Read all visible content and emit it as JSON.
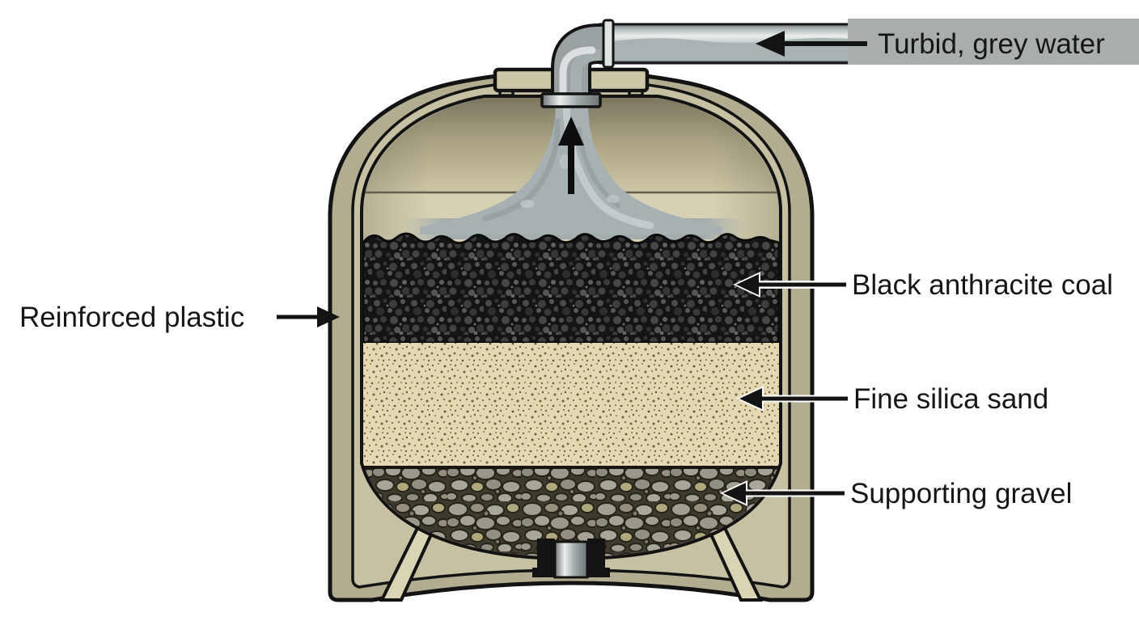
{
  "labels": {
    "inlet_water": "Turbid, grey water",
    "shell": "Reinforced plastic",
    "coal": "Black anthracite coal",
    "sand": "Fine silica sand",
    "gravel": "Supporting gravel"
  },
  "colors": {
    "background": "#ffffff",
    "label_banner_grey": "#a9aeab",
    "label_text": "#161616",
    "tank_shell_khaki": "#b2ad90",
    "tank_shell_inner": "#c6c1a2",
    "headspace_light": "#d6d1b2",
    "coal_black": "#141414",
    "sand_tan": "#e3d8b1",
    "gravel_grey": "#a29e92",
    "water_grey": "#a7b1b3",
    "pipe_metal_grey": "#9aa1a3",
    "outline_black": "#131313"
  }
}
